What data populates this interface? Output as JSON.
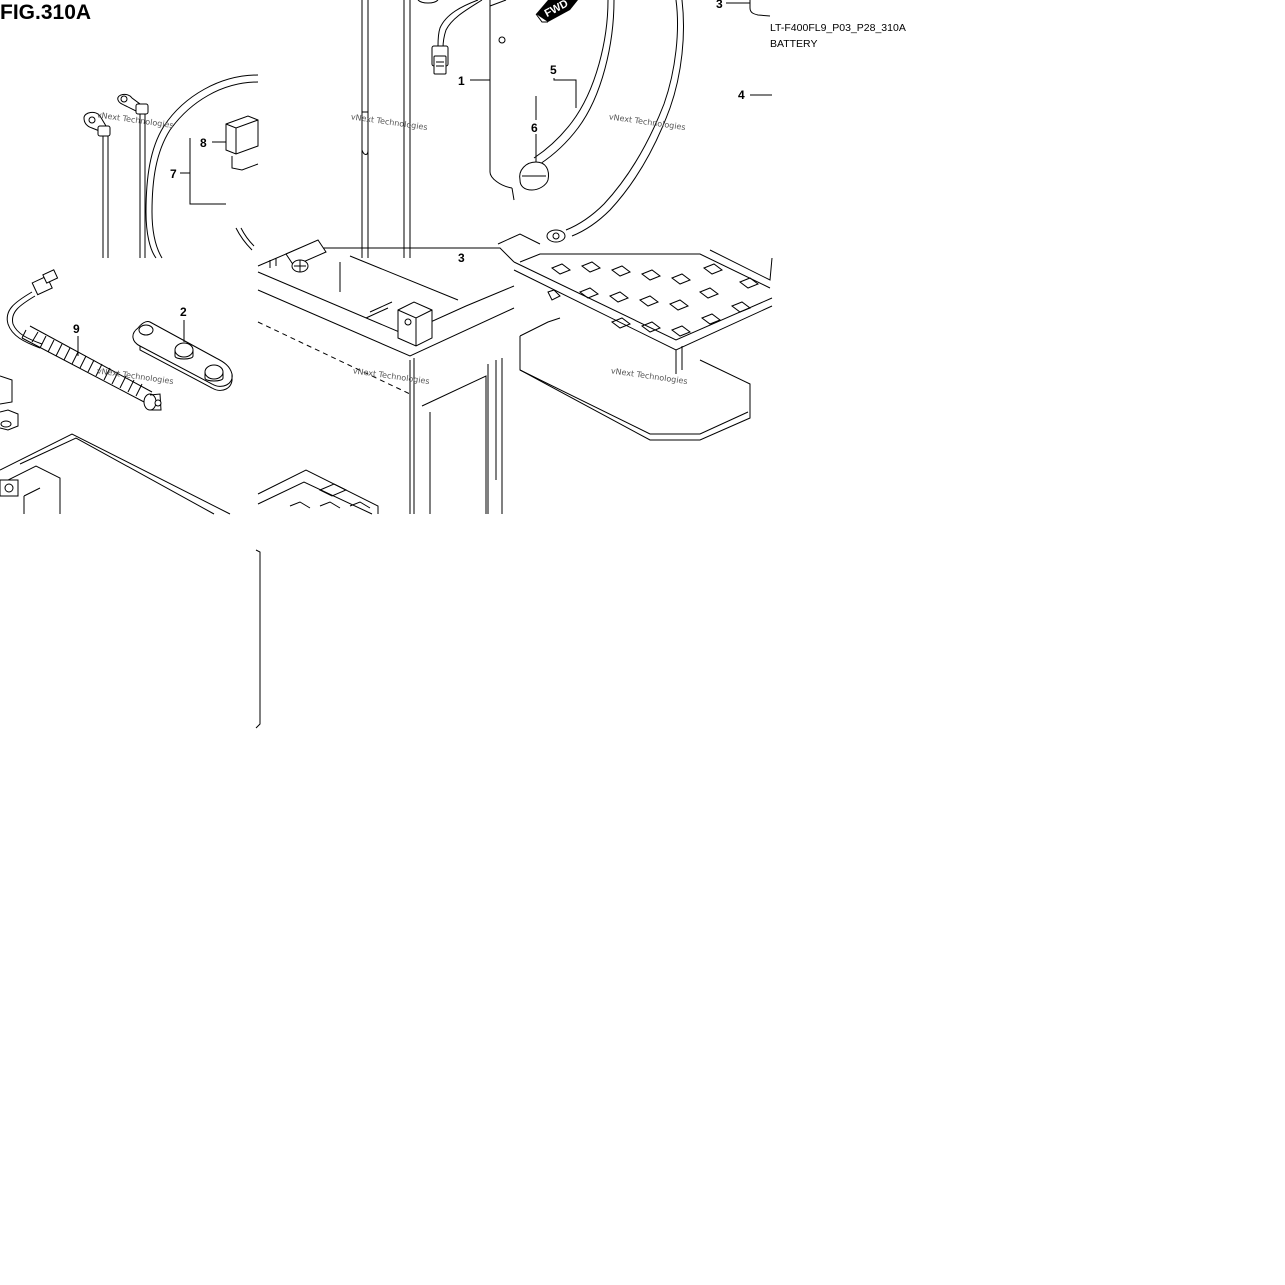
{
  "figure": {
    "title": "FIG.310A",
    "ref_code": "LT-F400FL9_P03_P28_310A",
    "section_name": "BATTERY",
    "fwd_label": "FWD",
    "watermark_text": "vNext Technologies"
  },
  "callouts": {
    "c1": "1",
    "c2": "2",
    "c3": "3",
    "c4": "4",
    "c5": "5",
    "c6": "6",
    "c7": "7",
    "c8": "8",
    "c9": "9"
  },
  "colors": {
    "line": "#000000",
    "background": "#ffffff",
    "watermark": "#555555"
  }
}
